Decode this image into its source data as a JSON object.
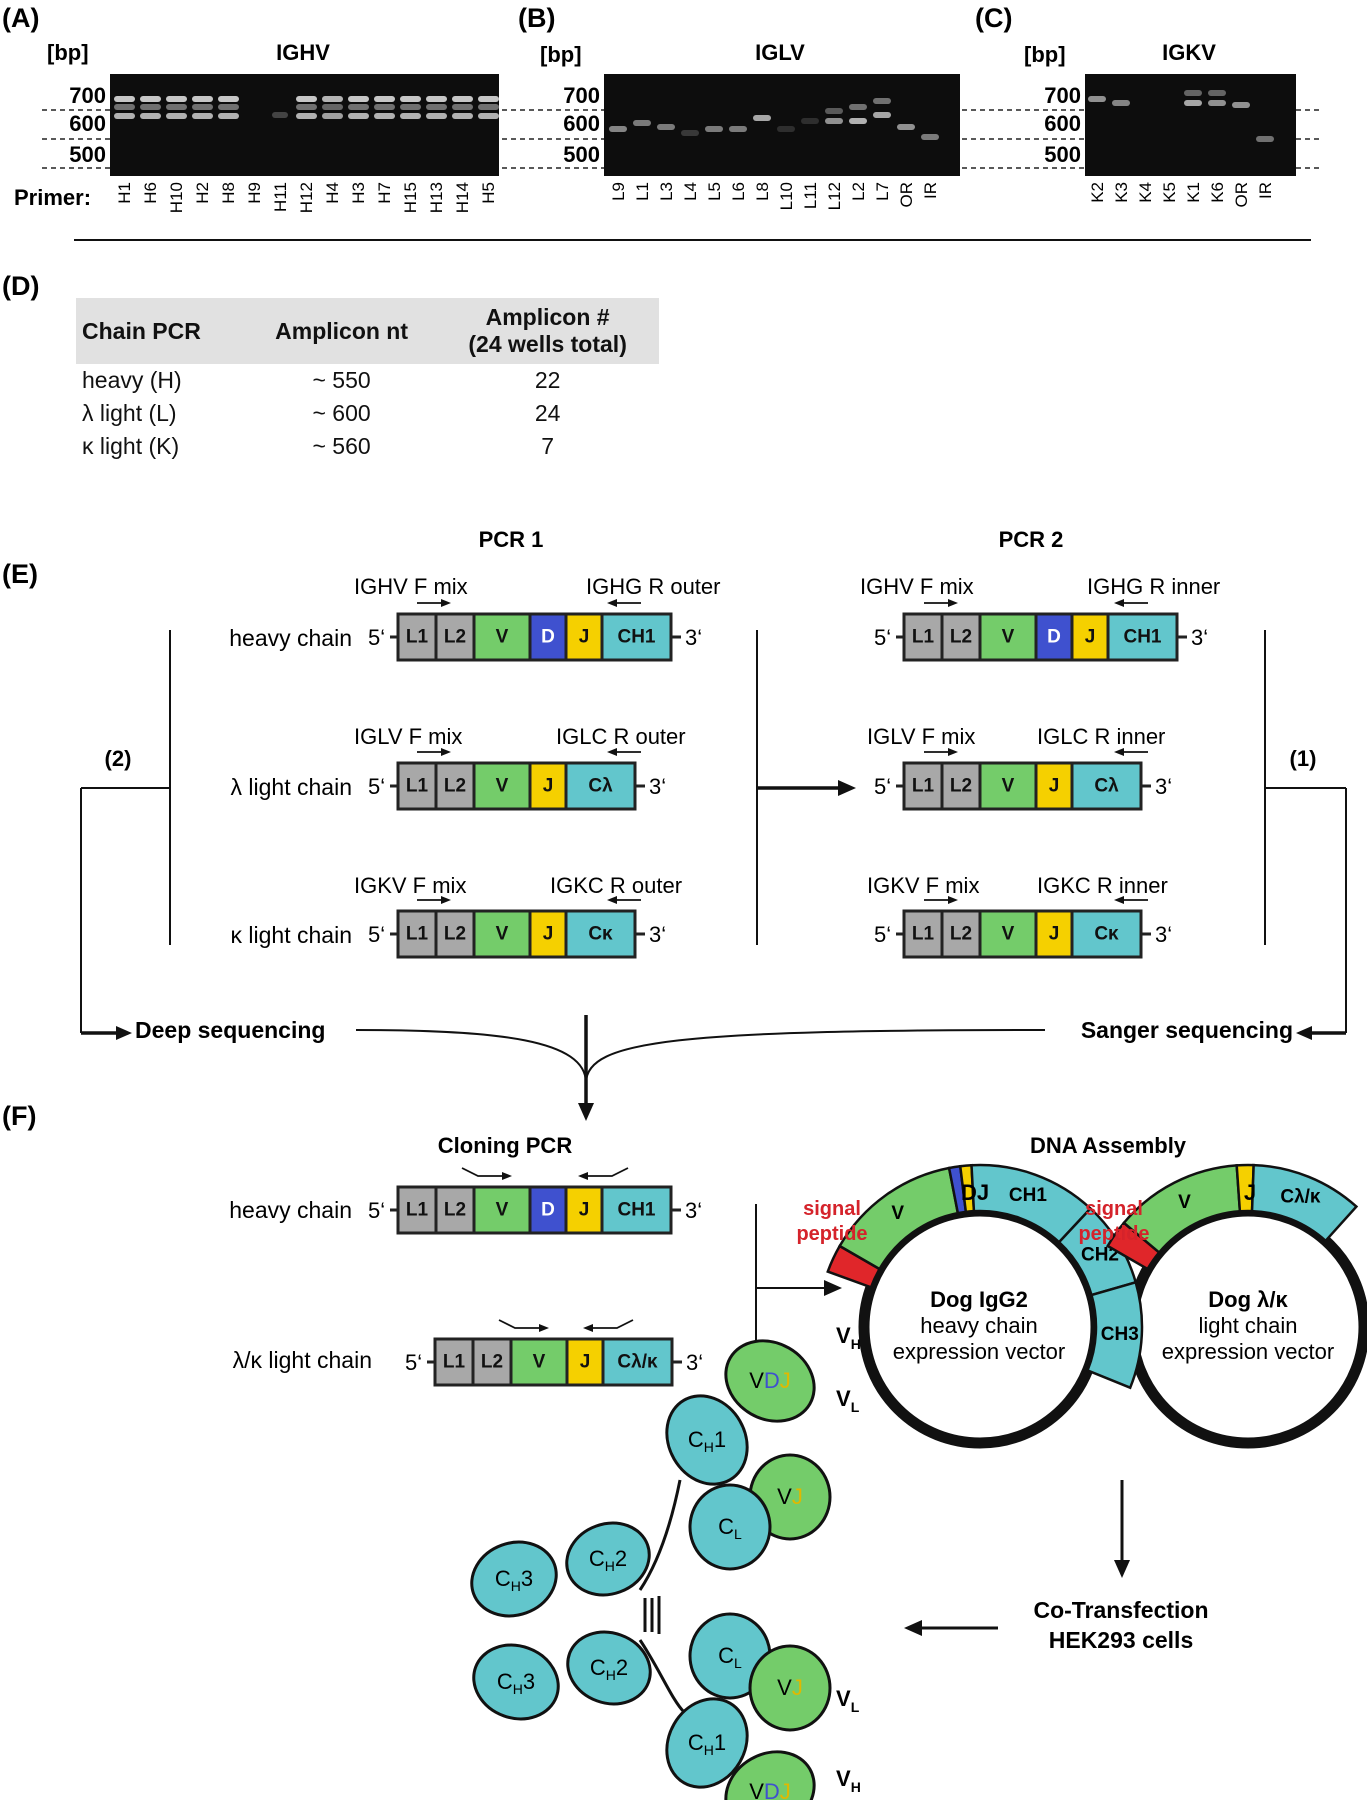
{
  "panels": {
    "A": {
      "label": "(A)",
      "title": "IGHV",
      "bp": "[bp]",
      "primer_label": "Primer:",
      "lanes": [
        "H1",
        "H6",
        "H10",
        "H2",
        "H8",
        "H9",
        "H11",
        "H12",
        "H4",
        "H3",
        "H7",
        "H15",
        "H13",
        "H14",
        "H5"
      ]
    },
    "B": {
      "label": "(B)",
      "title": "IGLV",
      "bp": "[bp]",
      "lanes": [
        "L9",
        "L1",
        "L3",
        "L4",
        "L5",
        "L6",
        "L8",
        "L10",
        "L11",
        "L12",
        "L2",
        "L7",
        "OR",
        "IR"
      ]
    },
    "C": {
      "label": "(C)",
      "title": "IGKV",
      "bp": "[bp]",
      "lanes": [
        "K2",
        "K3",
        "K4",
        "K5",
        "K1",
        "K6",
        "OR",
        "IR"
      ]
    },
    "D": {
      "label": "(D)"
    },
    "E": {
      "label": "(E)"
    },
    "F": {
      "label": "(F)"
    }
  },
  "ladder": [
    "700",
    "600",
    "500"
  ],
  "table": {
    "headers": [
      "Chain PCR",
      "Amplicon nt",
      "Amplicon #",
      "(24 wells total)"
    ],
    "rows": [
      [
        "heavy (H)",
        "~ 550",
        "22"
      ],
      [
        "λ light (L)",
        "~ 600",
        "24"
      ],
      [
        "κ light (K)",
        "~ 560",
        "7"
      ]
    ]
  },
  "pcr1": {
    "title": "PCR 1",
    "heavy": {
      "label": "heavy chain",
      "fwd": "IGHV F mix",
      "rev": "IGHG R outer"
    },
    "lambda": {
      "label": "λ light chain",
      "fwd": "IGLV F mix",
      "rev": "IGLC R outer"
    },
    "kappa": {
      "label": "κ light chain",
      "fwd": "IGKV F mix",
      "rev": "IGKC R outer"
    }
  },
  "pcr2": {
    "title": "PCR 2",
    "heavy": {
      "fwd": "IGHV F mix",
      "rev": "IGHG R inner"
    },
    "lambda": {
      "fwd": "IGLV F mix",
      "rev": "IGLC R inner"
    },
    "kappa": {
      "fwd": "IGKV F mix",
      "rev": "IGKC R inner"
    }
  },
  "ends": {
    "five": "5‘",
    "three": "3‘"
  },
  "segments": {
    "L1": "L1",
    "L2": "L2",
    "V": "V",
    "D": "D",
    "J": "J",
    "CH1": "CH1",
    "CL": "Cλ",
    "CK": "Cκ",
    "CLK": "Cλ/κ",
    "CH2": "CH2",
    "CH3": "CH3",
    "DJ": "DJ"
  },
  "flow": {
    "left_num": "(2)",
    "right_num": "(1)",
    "deep": "Deep sequencing",
    "sanger": "Sanger sequencing"
  },
  "cloning": {
    "title": "Cloning PCR",
    "heavy": "heavy chain",
    "light": "λ/κ light chain"
  },
  "assembly": {
    "title": "DNA Assembly",
    "signal": [
      "signal",
      "peptide"
    ],
    "heavy_vec": [
      "Dog IgG2",
      "heavy chain",
      "expression vector"
    ],
    "light_vec": [
      "Dog λ/κ",
      "light chain",
      "expression vector"
    ]
  },
  "transfection": [
    "Co-Transfection",
    "HEK293 cells"
  ],
  "antibody": {
    "C": "C",
    "H": "H",
    "L": "L",
    "one": "1",
    "two": "2",
    "three": "3",
    "VH": "V",
    "VL": "V",
    "V": "V",
    "D": "D",
    "J": "J"
  },
  "colors": {
    "grey": "#a8a8a8",
    "green": "#74cc6a",
    "blue": "#3f51cf",
    "yellow": "#f5d000",
    "cyan": "#62c6cc",
    "red": "#e0262a",
    "signal_text": "#d5232b"
  }
}
